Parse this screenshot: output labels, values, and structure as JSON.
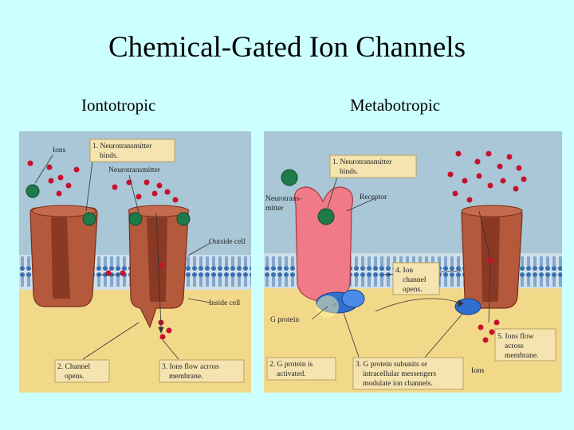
{
  "slide": {
    "title": "Chemical-Gated Ion Channels"
  },
  "left": {
    "heading": "Iontotropic",
    "labels": {
      "ions": "Ions",
      "step1_line1": "1. Neurotransmitter",
      "step1_line2": "binds.",
      "neurotransmitter": "Neurotransmitter",
      "outside": "Outside cell",
      "inside": "Inside cell",
      "step2_line1": "2. Channel",
      "step2_line2": "opens.",
      "step3_line1": "3. Ions flow across",
      "step3_line2": "membrane."
    }
  },
  "right": {
    "heading": "Metabotropic",
    "labels": {
      "step1_line1": "1. Neurotransmitter",
      "step1_line2": "binds.",
      "neurotransmitter_line1": "Neurotrans-",
      "neurotransmitter_line2": "mitter",
      "receptor": "Receptor",
      "step4_line1": "4. Ion",
      "step4_line2": "channel",
      "step4_line3": "opens.",
      "gprotein": "G protein",
      "step2_line1": "2. G protein is",
      "step2_line2": "activated.",
      "step3_line1": "3. G protein subunits or",
      "step3_line2": "intracellular messengers",
      "step3_line3": "modulate ion channels.",
      "step5_line1": "5. Ions flow",
      "step5_line2": "across",
      "step5_line3": "membrane.",
      "ions": "Ions",
      "alpha": "α"
    }
  },
  "colors": {
    "background": "#ccffff",
    "water": "#a9c7d6",
    "cytoplasm": "#f2d98a",
    "channel": "#b4593c",
    "channel_dark": "#8a3a24",
    "receptor": "#f07a86",
    "neurotransmitter": "#1f7a4a",
    "ion": "#c8102e",
    "gprotein": "#2f6fd0",
    "label_box": "#f5e3b0"
  }
}
